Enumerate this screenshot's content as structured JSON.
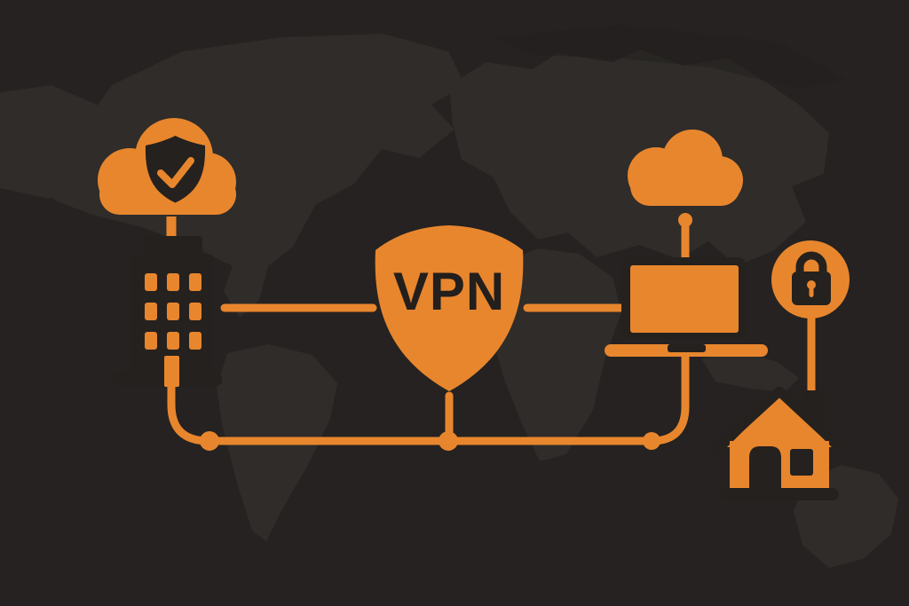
{
  "diagram": {
    "shield_label": "VPN",
    "description": "VPN secure connection illustration over a dark world map",
    "colors": {
      "accent": "#e8862e",
      "background": "#252221",
      "map": "#2f2c29",
      "map_dark": "#211e1d",
      "dark": "#25211e",
      "text_dark": "#231f1c"
    },
    "nodes": [
      {
        "id": "secure-cloud",
        "icon": "cloud-shield-check-icon"
      },
      {
        "id": "office-building",
        "icon": "office-building-icon"
      },
      {
        "id": "vpn-shield",
        "icon": "vpn-shield-icon",
        "label": "VPN"
      },
      {
        "id": "remote-cloud",
        "icon": "cloud-icon"
      },
      {
        "id": "laptop",
        "icon": "laptop-icon"
      },
      {
        "id": "padlock-badge",
        "icon": "padlock-icon"
      },
      {
        "id": "house",
        "icon": "house-icon"
      }
    ],
    "connections": [
      {
        "from": "secure-cloud",
        "to": "office-building"
      },
      {
        "from": "office-building",
        "to": "vpn-shield"
      },
      {
        "from": "vpn-shield",
        "to": "laptop"
      },
      {
        "from": "remote-cloud",
        "to": "laptop"
      },
      {
        "from": "office-building",
        "to": "laptop",
        "via": "bottom-path"
      },
      {
        "from": "vpn-shield",
        "to": "bottom-path"
      },
      {
        "from": "padlock-badge",
        "to": "house"
      }
    ]
  }
}
